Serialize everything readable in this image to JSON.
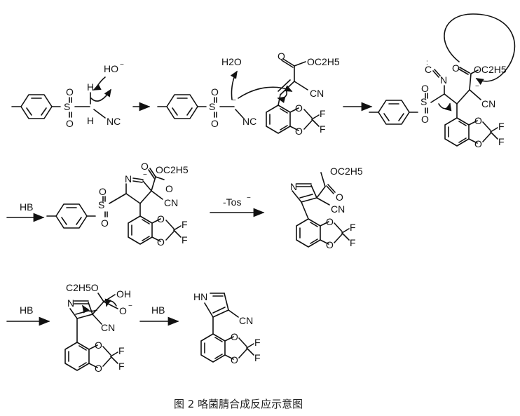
{
  "caption": "图 2   咯菌腈合成反应示意图",
  "reagents": {
    "hydroxide": "HO",
    "water": "H2O",
    "hb1": "HB",
    "tos": "-Tos",
    "hb2": "HB",
    "hb3": "HB"
  },
  "labels": {
    "S": "S",
    "O": "O",
    "H": "H",
    "NC": "NC",
    "CN": "CN",
    "N": "N",
    "HN": "HN",
    "F": "F",
    "OEt": "OC2H5",
    "EtO": "C2H5O",
    "OH": "OH",
    "C": "C"
  }
}
